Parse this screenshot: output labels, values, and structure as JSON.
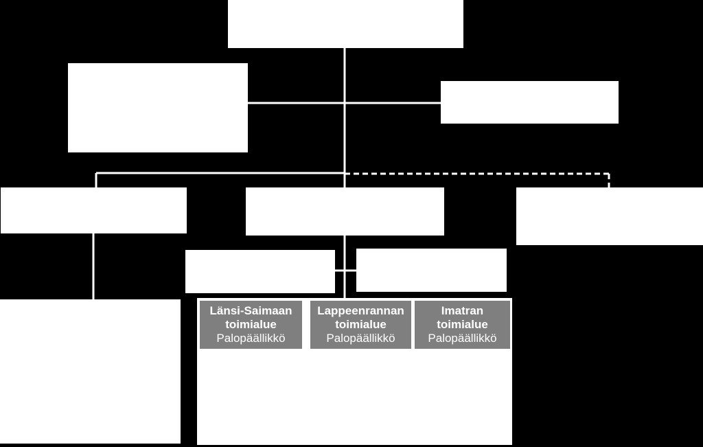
{
  "colors": {
    "background": "#000000",
    "box": "#ffffff",
    "unit": "#7f7f7f",
    "unit_text": "#ffffff",
    "line": "#ffffff"
  },
  "units": [
    {
      "name_line1": "Länsi-Saimaan",
      "name_line2": "toimialue",
      "role": "Palopäällikkö"
    },
    {
      "name_line1": "Lappeenrannan",
      "name_line2": "toimialue",
      "role": "Palopäällikkö"
    },
    {
      "name_line1": "Imatran",
      "name_line2": "toimialue",
      "role": "Palopäällikkö"
    }
  ]
}
